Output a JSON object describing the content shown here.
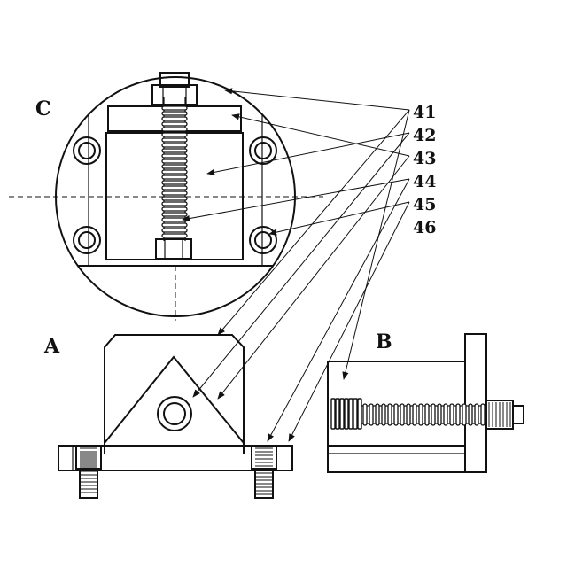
{
  "views": {
    "a": "A",
    "b": "B",
    "c": "C"
  },
  "callouts": [
    "41",
    "42",
    "43",
    "44",
    "45",
    "46"
  ]
}
